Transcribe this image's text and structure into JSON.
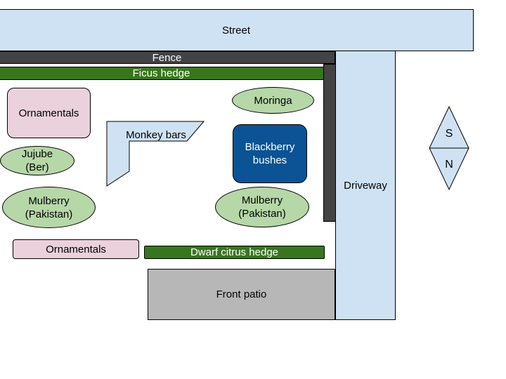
{
  "labels": {
    "street": "Street",
    "fence": "Fence",
    "ficus_hedge": "Ficus hedge",
    "driveway": "Driveway",
    "ornamentals_top": "Ornamentals",
    "moringa": "Moringa",
    "monkey_bars": "Monkey bars",
    "blackberry": "Blackberry\nbushes",
    "jujube": "Jujube\n(Ber)",
    "mulberry_left": "Mulberry\n(Pakistan)",
    "mulberry_right": "Mulberry\n(Pakistan)",
    "ornamentals_bottom": "Ornamentals",
    "dwarf_citrus": "Dwarf citrus hedge",
    "front_patio": "Front patio",
    "compass_top": "S",
    "compass_bottom": "N"
  },
  "colors": {
    "paved_blue": "#cfe2f3",
    "fence_dark": "#434343",
    "hedge_green": "#38761d",
    "tree_green": "#b6d7a8",
    "ornamental_pink": "#ead1dc",
    "blackberry_blue": "#0b5394",
    "patio_gray": "#b7b7b7"
  }
}
